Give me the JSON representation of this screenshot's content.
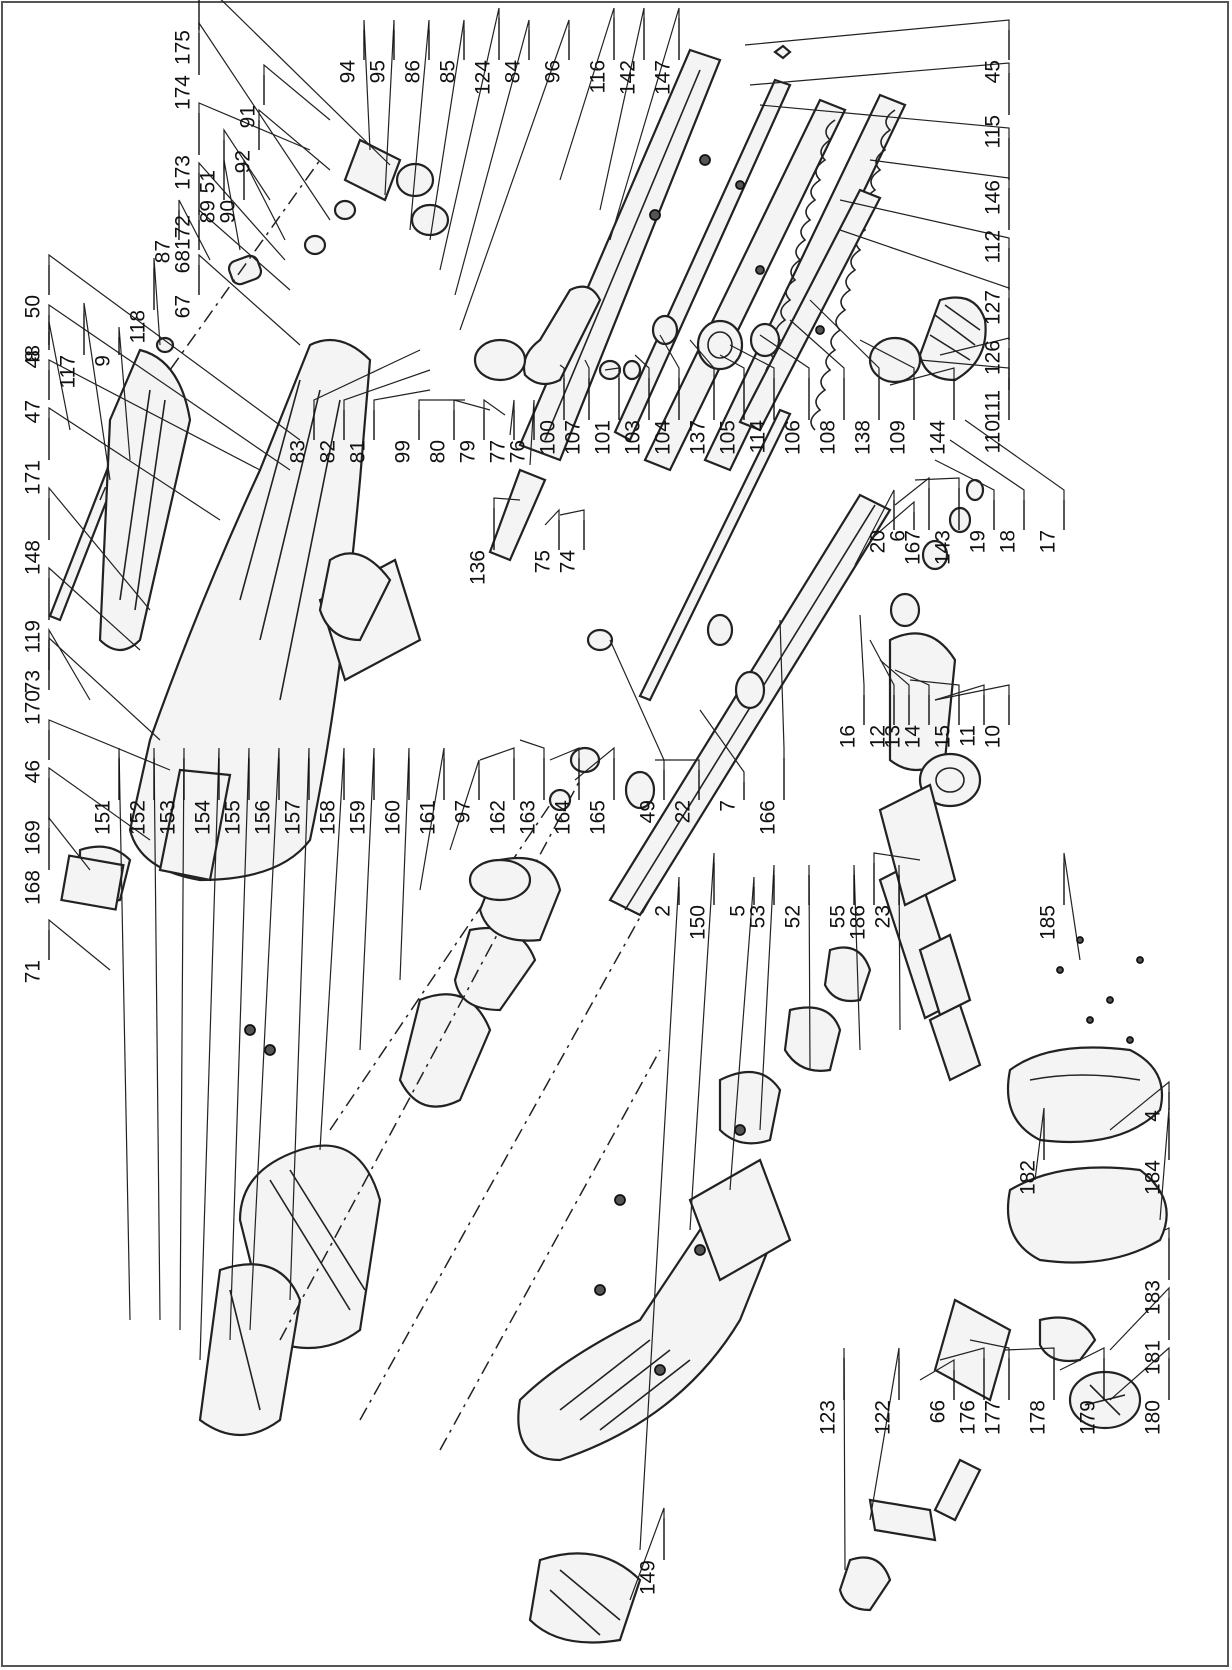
{
  "diagram": {
    "type": "exploded-parts-view",
    "colors": {
      "line": "#222222",
      "background": "#ffffff",
      "frame": "#555555"
    },
    "labels": [
      "8",
      "117",
      "9",
      "118",
      "87",
      "89",
      "90",
      "92",
      "91",
      "94",
      "95",
      "86",
      "85",
      "124",
      "84",
      "96",
      "116",
      "142",
      "147",
      "45",
      "115",
      "146",
      "112",
      "127",
      "126",
      "111",
      "110",
      "144",
      "109",
      "138",
      "108",
      "106",
      "114",
      "105",
      "137",
      "104",
      "103",
      "101",
      "107",
      "100",
      "76",
      "77",
      "79",
      "80",
      "99",
      "81",
      "82",
      "83",
      "136",
      "75",
      "74",
      "17",
      "18",
      "19",
      "143",
      "167",
      "6",
      "20",
      "16",
      "12",
      "13",
      "14",
      "15",
      "11",
      "10",
      "7",
      "166",
      "22",
      "49",
      "165",
      "164",
      "163",
      "162",
      "97",
      "161",
      "160",
      "159",
      "158",
      "157",
      "156",
      "155",
      "154",
      "153",
      "152",
      "151",
      "73",
      "71",
      "168",
      "169",
      "46",
      "170",
      "119",
      "148",
      "171",
      "47",
      "48",
      "50",
      "67",
      "68",
      "172",
      "51",
      "173",
      "174",
      "175",
      "186",
      "185",
      "23",
      "55",
      "52",
      "53",
      "5",
      "150",
      "2",
      "149",
      "4",
      "184",
      "182",
      "183",
      "181",
      "180",
      "179",
      "178",
      "177",
      "176",
      "66",
      "122",
      "123"
    ]
  }
}
